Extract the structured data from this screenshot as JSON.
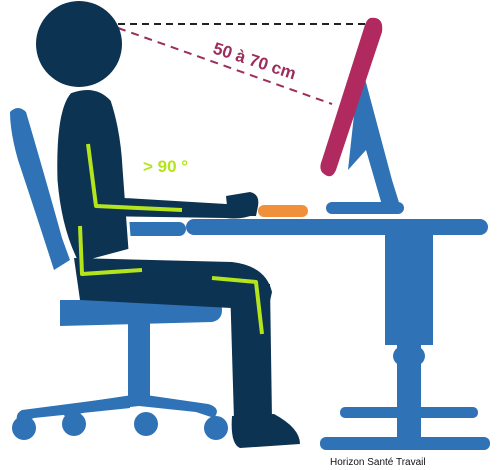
{
  "labels": {
    "distance": "50 à 70 cm",
    "angle": "> 90 °",
    "credit": "Horizon Santé Travail"
  },
  "colors": {
    "figure": "#0d3352",
    "furniture": "#2f73b6",
    "guide": "#b4e51c",
    "screen": "#b12a5f",
    "distance_line": "#9c2d5c",
    "mouse": "#f0903a",
    "outline": "#ffffff"
  }
}
